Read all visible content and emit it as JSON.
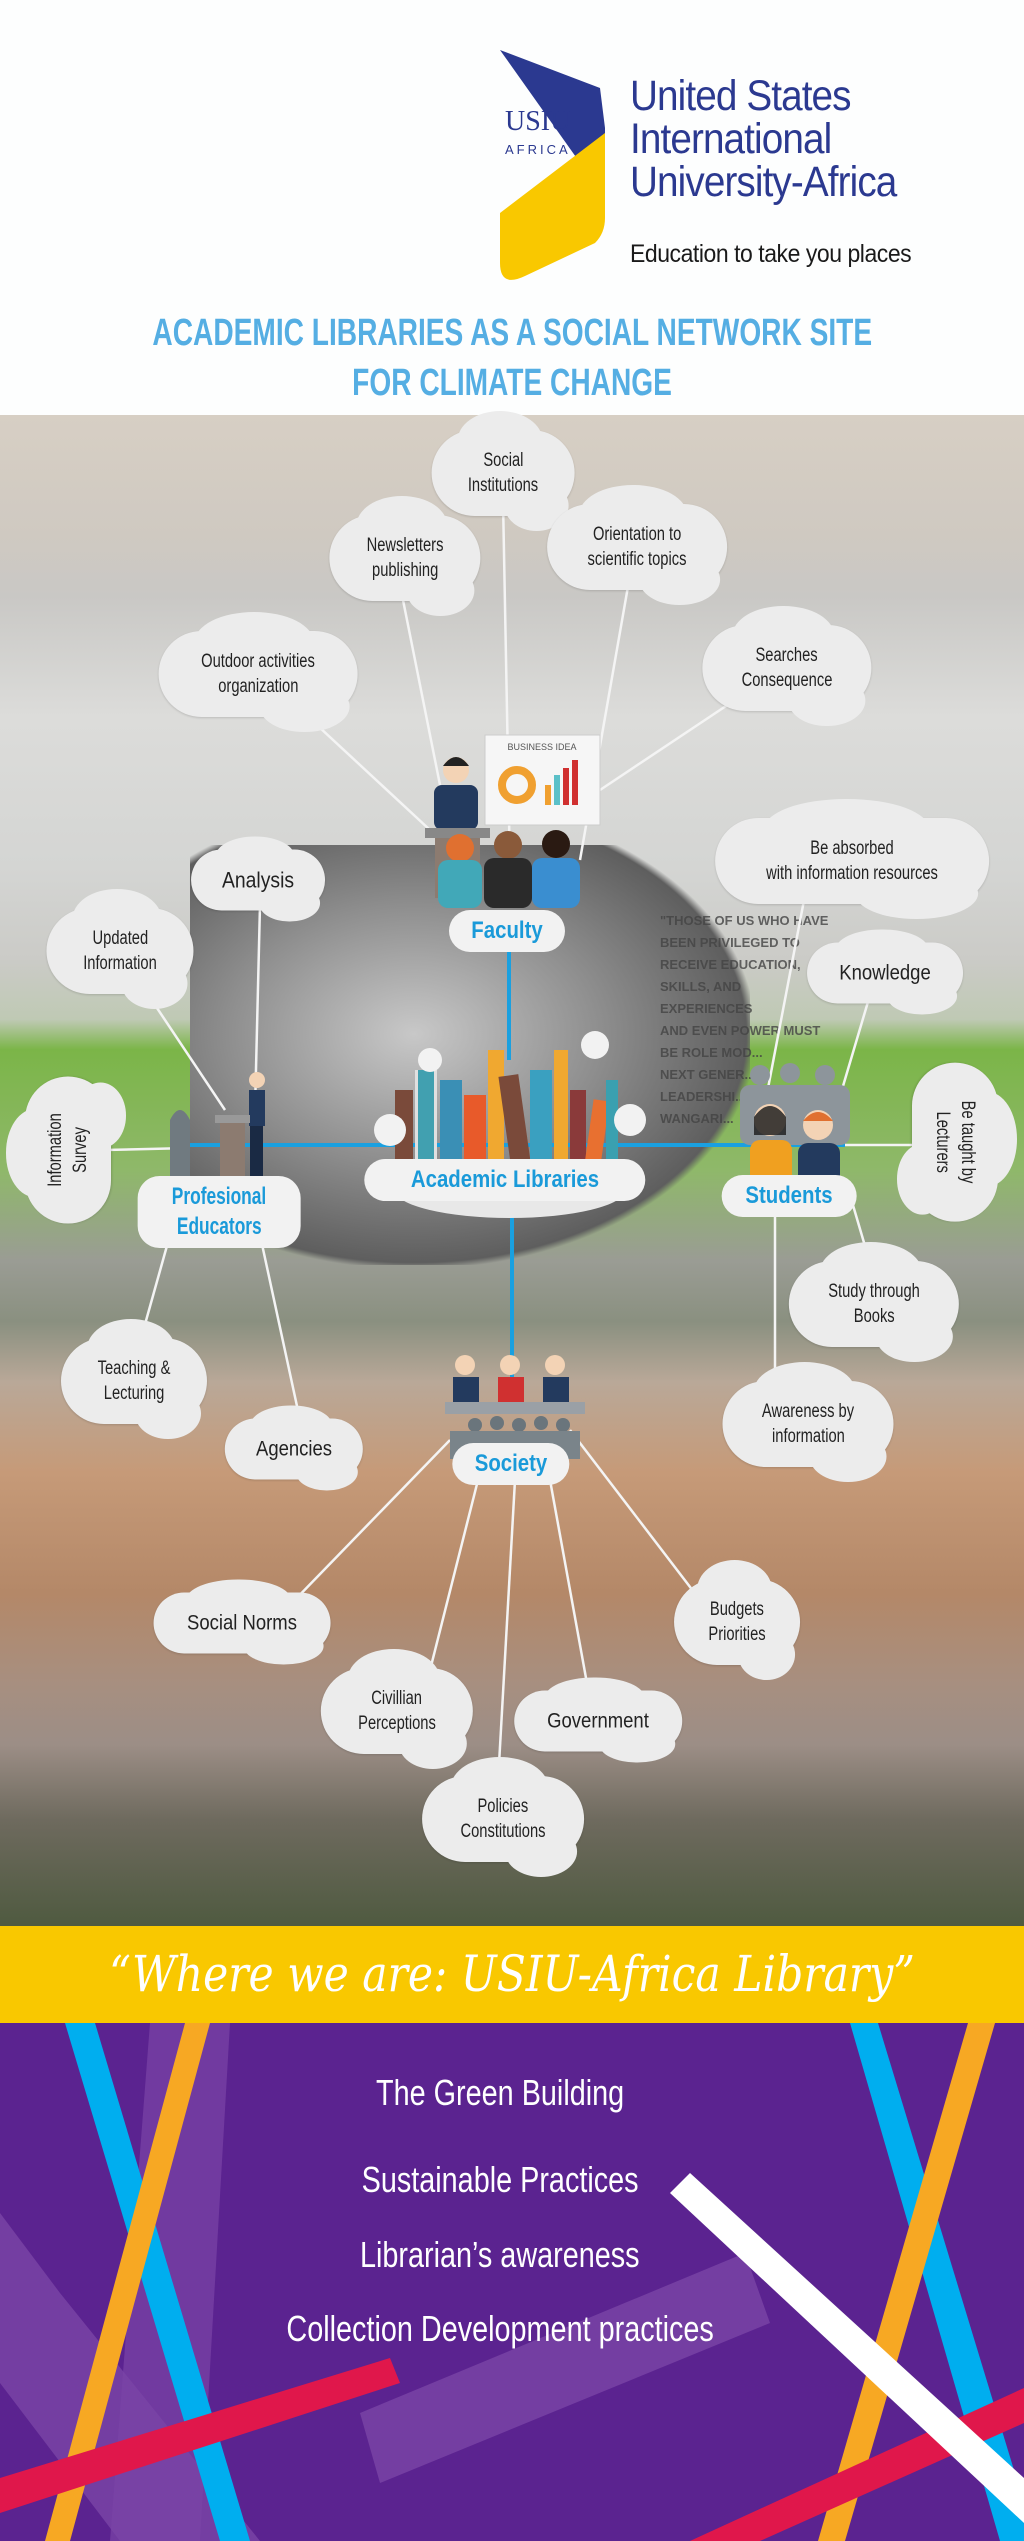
{
  "header": {
    "logo": {
      "mark_text": "USIU",
      "mark_subtext": "AFRICA",
      "name_lines": [
        "United States",
        "International",
        "University-Africa"
      ],
      "tagline": "Education to take you places",
      "colors": {
        "blue": "#2b3990",
        "yellow": "#f9c800"
      }
    },
    "title_lines": [
      "ACADEMIC LIBRARIES AS A SOCIAL NETWORK SITE",
      "FOR CLIMATE CHANGE"
    ]
  },
  "diagram": {
    "center": {
      "label": "Academic Libraries"
    },
    "hubs": {
      "faculty": {
        "label": "Faculty",
        "board_label": "BUSINESS IDEA",
        "nodes": [
          "Social Institutions",
          "Newsletters publishing",
          "Orientation to scientific topics",
          "Outdoor activities organization",
          "Searches Consequence"
        ]
      },
      "educators": {
        "label_lines": [
          "Profesional",
          "Educators"
        ],
        "nodes": [
          "Analysis",
          "Updated Information",
          "Information Survey",
          "Teaching & Lecturing",
          "Agencies"
        ]
      },
      "students": {
        "label": "Students",
        "nodes": [
          "Be absorbed with information resources",
          "Knowledge",
          "Be taught by Lecturers",
          "Study through Books",
          "Awareness by information"
        ]
      },
      "society": {
        "label": "Society",
        "nodes": [
          "Social Norms",
          "Civillian Perceptions",
          "Policies Constitutions",
          "Government",
          "Budgets Priorities"
        ]
      }
    },
    "node_lines": {
      "social_institutions": [
        "Social",
        "Institutions"
      ],
      "newsletters": [
        "Newsletters",
        "publishing"
      ],
      "orientation": [
        "Orientation to",
        "scientific topics"
      ],
      "outdoor": [
        "Outdoor activities",
        "organization"
      ],
      "searches": [
        "Searches",
        "Consequence"
      ],
      "analysis": [
        "Analysis"
      ],
      "updated": [
        "Updated",
        "Information"
      ],
      "survey": [
        "Information",
        "Survey"
      ],
      "teaching": [
        "Teaching &",
        "Lecturing"
      ],
      "agencies": [
        "Agencies"
      ],
      "absorbed": [
        "Be absorbed",
        "with information resources"
      ],
      "knowledge": [
        "Knowledge"
      ],
      "taught": [
        "Be taught by",
        "Lecturers"
      ],
      "study": [
        "Study through",
        "Books"
      ],
      "awareness": [
        "Awareness by",
        "information"
      ],
      "social_norms": [
        "Social Norms"
      ],
      "civillian": [
        "Civillian",
        "Perceptions"
      ],
      "policies": [
        "Policies",
        "Constitutions"
      ],
      "government": [
        "Government"
      ],
      "budgets": [
        "Budgets",
        "Priorities"
      ]
    },
    "wall_quote": [
      "\"THOSE OF US WHO HAVE",
      "BEEN PRIVILEGED TO",
      "RECEIVE EDUCATION,",
      "SKILLS, AND EXPERIENCES",
      "AND EVEN POWER MUST",
      "BE ROLE MOD...",
      "NEXT GENER...",
      "LEADERSHI...",
      "WANGARI..."
    ]
  },
  "banner": {
    "text": "“Where we are: USIU-Africa Library”",
    "color": "#f9c800"
  },
  "bottom": {
    "items": [
      "The Green Building",
      "Sustainable Practices",
      "Librarian’s awareness",
      "Collection Development practices"
    ],
    "color": "#5b2390"
  }
}
